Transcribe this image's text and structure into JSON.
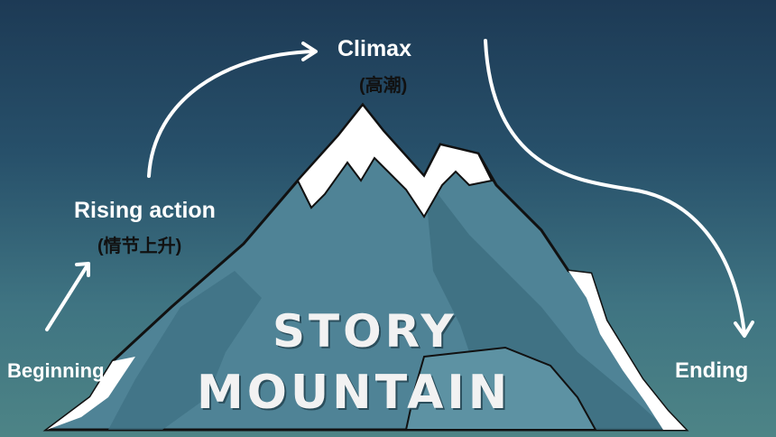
{
  "labels": {
    "climax": "Climax",
    "climax_sub": "(高潮)",
    "rising": "Rising action",
    "rising_sub": "(情节上升)",
    "beginning": "Beginning",
    "ending": "Ending"
  },
  "mountain": {
    "line1": "STORY",
    "line2": "MOUNTAIN"
  },
  "colors": {
    "background_top": "#1d3a55",
    "background_bottom": "#4d8486",
    "mountain_fill": "#4f8396",
    "mountain_shadow": "#3c6e80",
    "snow": "#ffffff",
    "arrow": "#ffffff",
    "label": "#ffffff"
  }
}
